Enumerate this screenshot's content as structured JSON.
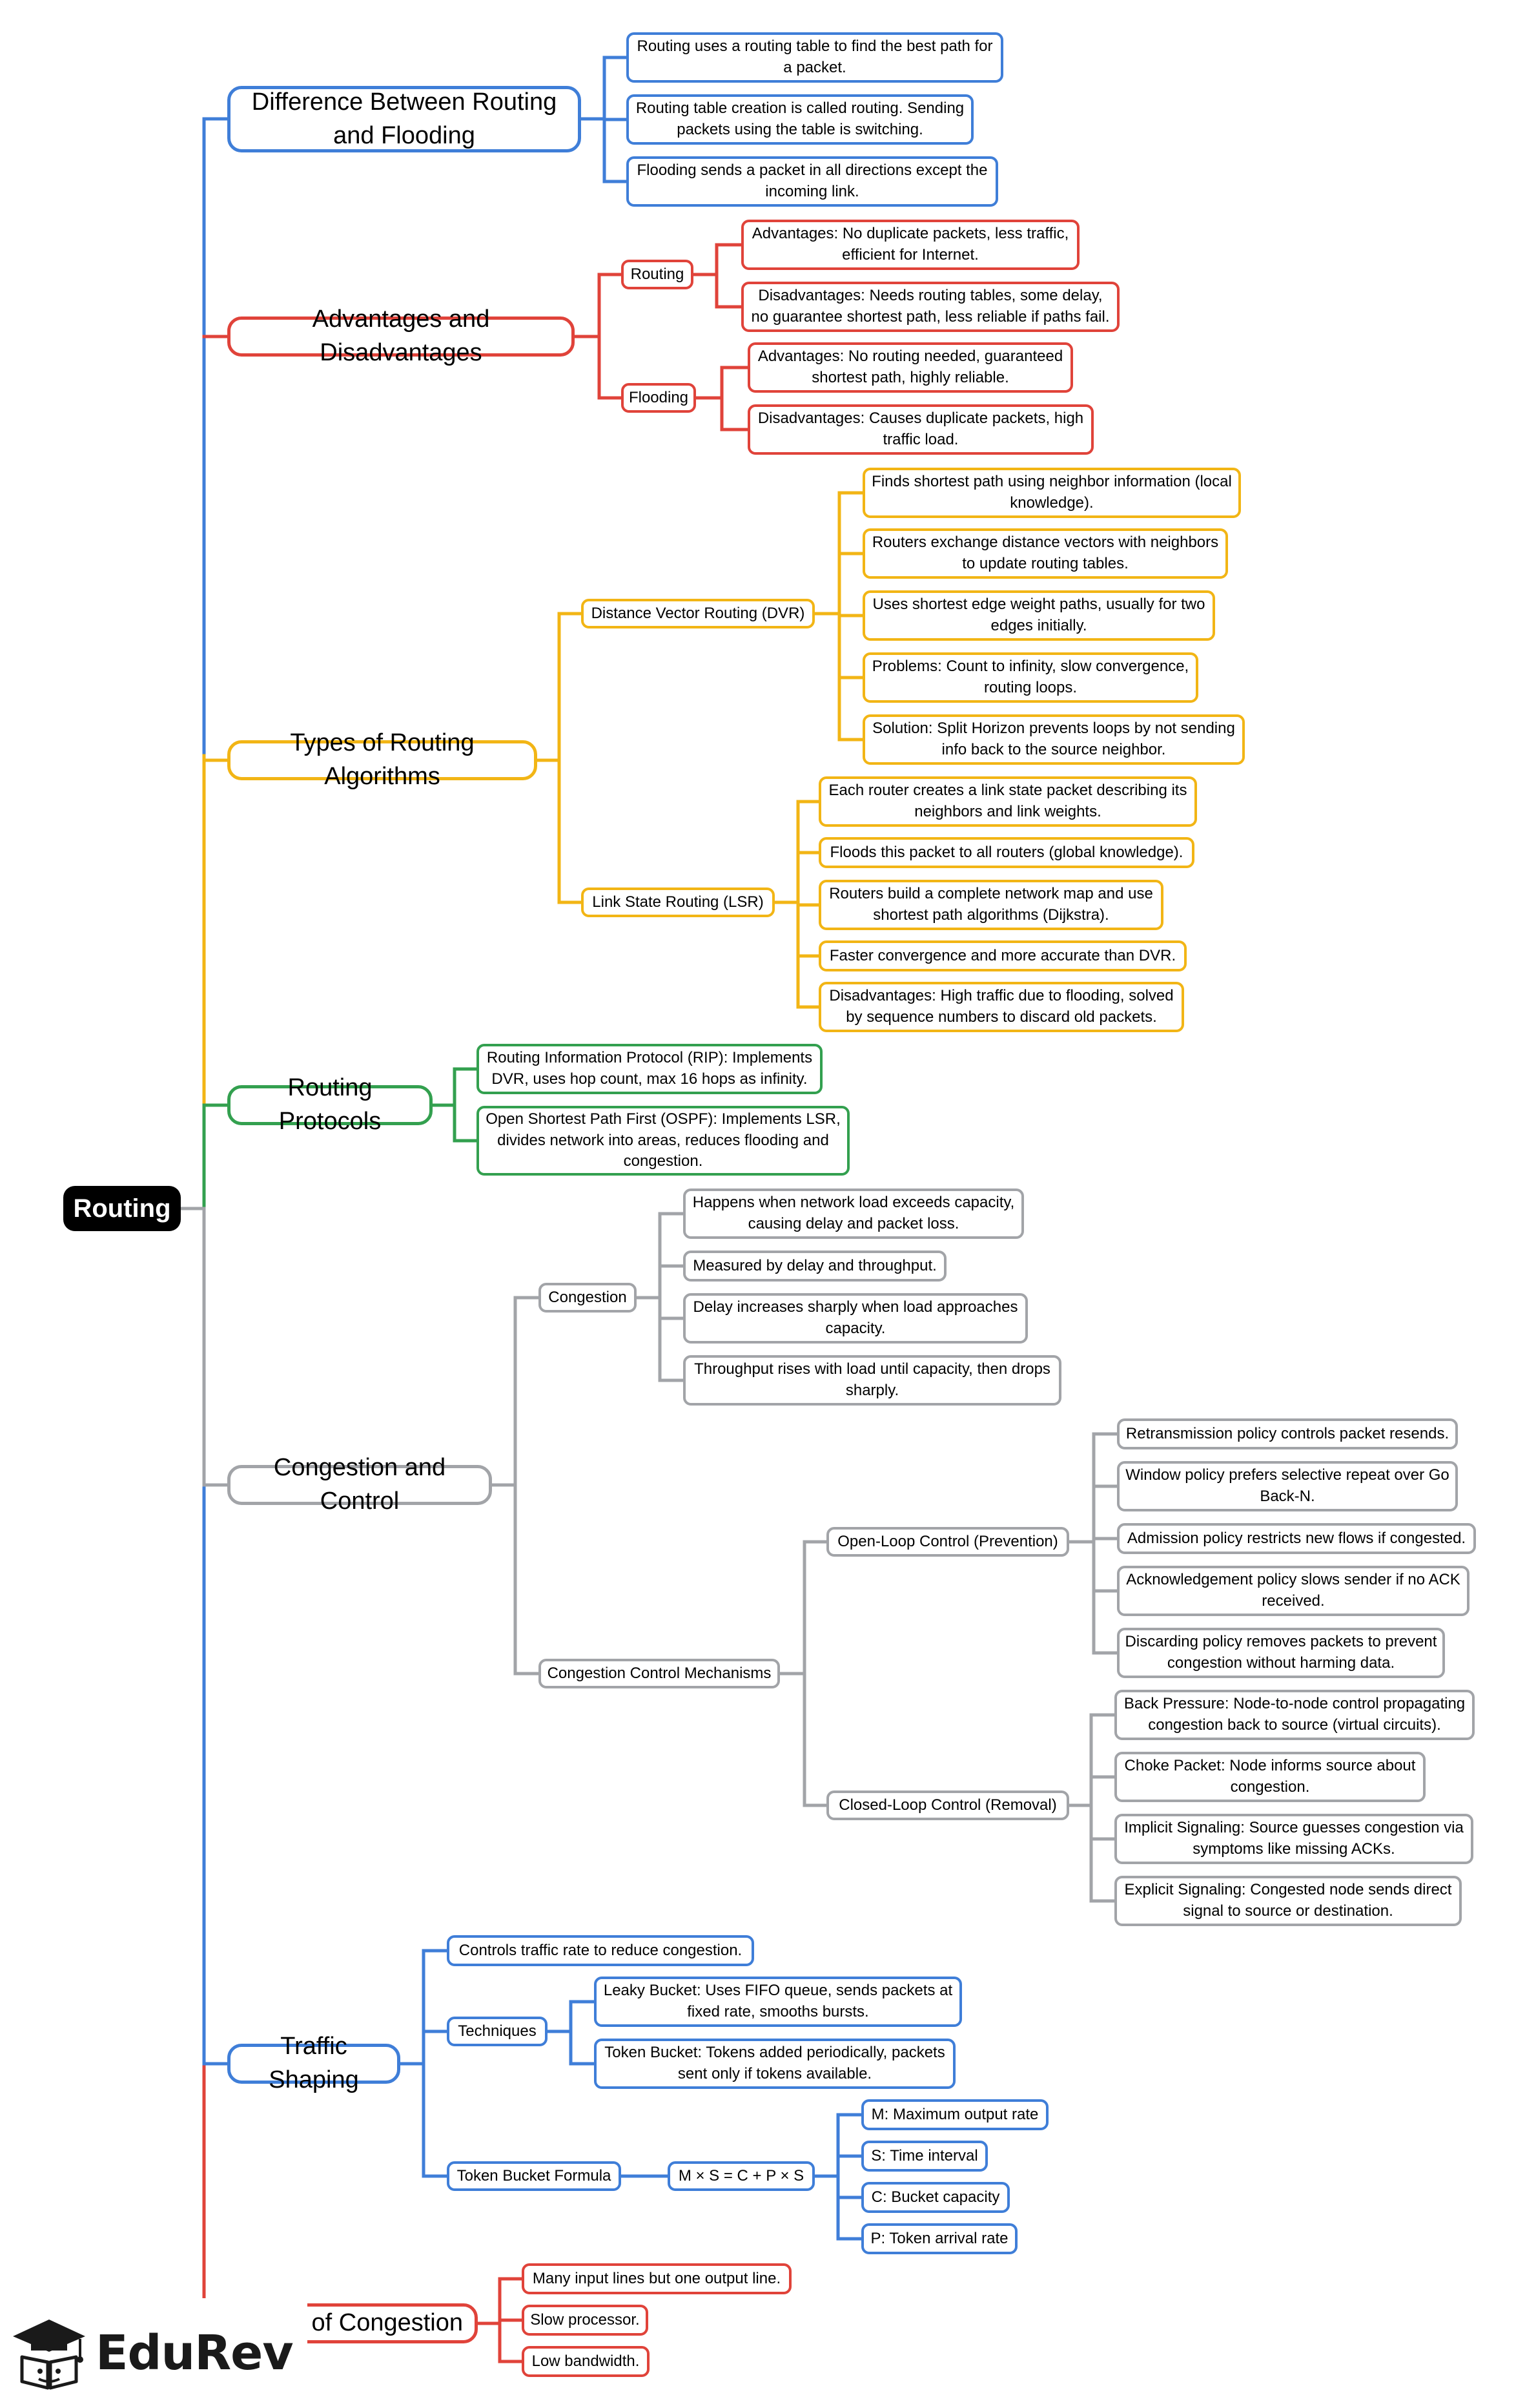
{
  "root": "Routing",
  "colors": {
    "blue": "#3f7ed8",
    "red": "#e0433a",
    "yellow": "#f2b515",
    "green": "#33a04f",
    "gray": "#a2a4a8"
  },
  "sections": {
    "difference": {
      "title": "Difference Between Routing and Flooding",
      "items": [
        "Routing uses a routing table to find the best path for a packet.",
        "Routing table creation is called routing. Sending packets using the table is switching.",
        "Flooding sends a packet in all directions except the incoming link."
      ]
    },
    "advantages": {
      "title": "Advantages and Disadvantages",
      "routing": {
        "label": "Routing",
        "items": [
          "Advantages: No duplicate packets, less traffic, efficient for Internet.",
          "Disadvantages: Needs routing tables, some delay, no guarantee shortest path, less reliable if paths fail."
        ]
      },
      "flooding": {
        "label": "Flooding",
        "items": [
          "Advantages: No routing needed, guaranteed shortest path, highly reliable.",
          "Disadvantages: Causes duplicate packets, high traffic load."
        ]
      }
    },
    "types": {
      "title": "Types of Routing Algorithms",
      "dvr": {
        "label": "Distance Vector Routing (DVR)",
        "items": [
          "Finds shortest path using neighbor information (local knowledge).",
          "Routers exchange distance vectors with neighbors to update routing tables.",
          "Uses shortest edge weight paths, usually for two edges initially.",
          "Problems: Count to infinity, slow convergence, routing loops.",
          "Solution: Split Horizon prevents loops by not sending info back to the source neighbor."
        ]
      },
      "lsr": {
        "label": "Link State Routing (LSR)",
        "items": [
          "Each router creates a link state packet describing its neighbors and link weights.",
          "Floods this packet to all routers (global knowledge).",
          "Routers build a complete network map and use shortest path algorithms (Dijkstra).",
          "Faster convergence and more accurate than DVR.",
          "Disadvantages: High traffic due to flooding, solved by sequence numbers to discard old packets."
        ]
      }
    },
    "protocols": {
      "title": "Routing Protocols",
      "items": [
        "Routing Information Protocol (RIP): Implements DVR, uses hop count, max 16 hops as infinity.",
        "Open Shortest Path First (OSPF): Implements LSR, divides network into areas, reduces flooding and congestion."
      ]
    },
    "congestion": {
      "title": "Congestion and Control",
      "congestion": {
        "label": "Congestion",
        "items": [
          "Happens when network load exceeds capacity, causing delay and packet loss.",
          "Measured by delay and throughput.",
          "Delay increases sharply when load approaches capacity.",
          "Throughput rises with load until capacity, then drops sharply."
        ]
      },
      "mechanisms": {
        "label": "Congestion Control Mechanisms",
        "open_loop": {
          "label": "Open-Loop Control (Prevention)",
          "items": [
            "Retransmission policy controls packet resends.",
            "Window policy prefers selective repeat over Go Back-N.",
            "Admission policy restricts new flows if congested.",
            "Acknowledgement policy slows sender if no ACK received.",
            "Discarding policy removes packets to prevent congestion without harming data."
          ]
        },
        "closed_loop": {
          "label": "Closed-Loop Control (Removal)",
          "items": [
            "Back Pressure: Node-to-node control propagating congestion back to source (virtual circuits).",
            "Choke Packet: Node informs source about congestion.",
            "Implicit Signaling: Source guesses congestion via symptoms like missing ACKs.",
            "Explicit Signaling: Congested node sends direct signal to source or destination."
          ]
        }
      }
    },
    "shaping": {
      "title": "Traffic Shaping",
      "summary": "Controls traffic rate to reduce congestion.",
      "techniques": {
        "label": "Techniques",
        "items": [
          "Leaky Bucket: Uses FIFO queue, sends packets at fixed rate, smooths bursts.",
          "Token Bucket: Tokens added periodically, packets sent only if tokens available."
        ]
      },
      "formula": {
        "label": "Token Bucket Formula",
        "equation": "M × S = C + P × S",
        "items": [
          "M: Maximum output rate",
          "S: Time interval",
          "C: Bucket capacity",
          "P: Token arrival rate"
        ]
      }
    },
    "causes": {
      "title": "of Congestion",
      "items": [
        "Many input lines but one output line.",
        "Slow processor.",
        "Low bandwidth."
      ]
    }
  },
  "logo": {
    "text": "EduRev",
    "icon": "graduation-cap-book-icon"
  }
}
